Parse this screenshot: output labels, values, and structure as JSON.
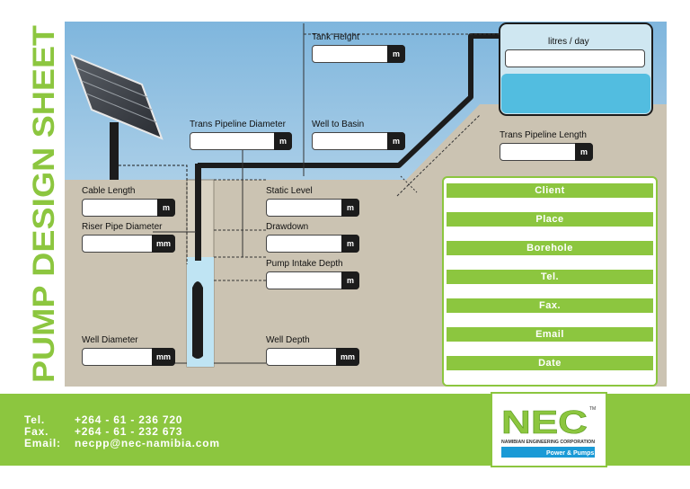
{
  "page": {
    "title": "PUMP DESIGN SHEET"
  },
  "fields": {
    "tank_height": {
      "label": "Tank Height",
      "unit": "m"
    },
    "litres_per_day": {
      "label": "litres / day"
    },
    "trans_pipeline_diameter": {
      "label": "Trans Pipeline Diameter",
      "unit": "m"
    },
    "well_to_basin": {
      "label": "Well to Basin",
      "unit": "m"
    },
    "trans_pipeline_length": {
      "label": "Trans Pipeline Length",
      "unit": "m"
    },
    "cable_length": {
      "label": "Cable Length",
      "unit": "m"
    },
    "static_level": {
      "label": "Static Level",
      "unit": "m"
    },
    "riser_pipe_diameter": {
      "label": "Riser Pipe Diameter",
      "unit": "mm"
    },
    "drawdown": {
      "label": "Drawdown",
      "unit": "m"
    },
    "pump_intake_depth": {
      "label": "Pump Intake Depth",
      "unit": "m"
    },
    "well_diameter": {
      "label": "Well Diameter",
      "unit": "mm"
    },
    "well_depth": {
      "label": "Well Depth",
      "unit": "mm"
    }
  },
  "client_form": {
    "client": "Client",
    "place": "Place",
    "borehole": "Borehole",
    "tel": "Tel.",
    "fax": "Fax.",
    "email": "Email",
    "date": "Date"
  },
  "footer": {
    "tel_label": "Tel.",
    "tel_value": "+264 - 61 - 236 720",
    "fax_label": "Fax.",
    "fax_value": "+264 - 61 - 232 673",
    "email_label": "Email:",
    "email_value": "necpp@nec-namibia.com"
  },
  "logo": {
    "mark": "NEC",
    "tm": "TM",
    "company": "NAMIBIAN ENGINEERING CORPORATION",
    "tagline": "Power & Pumps"
  },
  "colors": {
    "brand_green": "#8cc63f",
    "sky_top": "#7fb6dd",
    "sky_bottom": "#e2eef5",
    "ground": "#cbc3b2",
    "water": "#52bde0",
    "pipe": "#1c1c1c",
    "logo_blue": "#1a9ad6"
  }
}
